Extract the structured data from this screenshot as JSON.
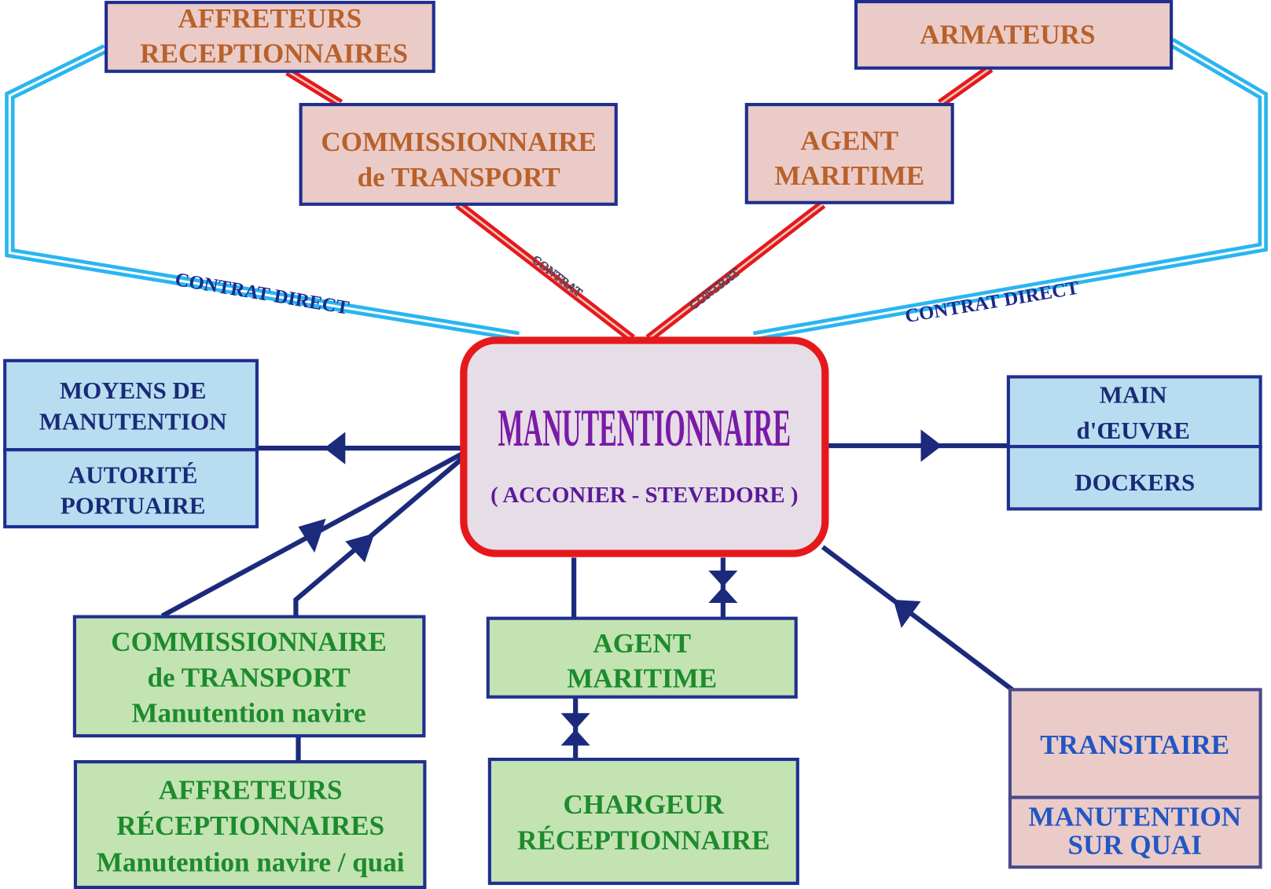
{
  "title": "Manutentionnaire relationships diagram",
  "colors": {
    "pink_box": "#ebcbc8",
    "blue_box": "#b9ddf0",
    "green_box": "#c3e3b3",
    "border": "#1f2f8f",
    "contract_line": "#e5191c",
    "direct_line": "#29b6f0",
    "center_text": "#7a1aa8"
  },
  "top": {
    "affreteurs": [
      "AFFRETEURS",
      "RECEPTIONNAIRES"
    ],
    "armateurs": [
      "ARMATEURS"
    ],
    "commissionnaire": [
      "COMMISSIONNAIRE",
      "de TRANSPORT"
    ],
    "agent": [
      "AGENT",
      "MARITIME"
    ]
  },
  "links": {
    "contrat": "CONTRAT",
    "contrat_direct": "CONTRAT DIRECT"
  },
  "center": {
    "title": "MANUTENTIONNAIRE",
    "subtitle": "( ACCONIER - STEVEDORE )"
  },
  "left": {
    "moyens": [
      "MOYENS DE",
      "MANUTENTION"
    ],
    "autorite": [
      "AUTORITÉ",
      "PORTUAIRE"
    ]
  },
  "right": {
    "main": [
      "MAIN",
      "d'ŒUVRE"
    ],
    "dockers": "DOCKERS"
  },
  "bottom": {
    "commissionnaire": [
      "COMMISSIONNAIRE",
      "de TRANSPORT",
      "Manutention navire"
    ],
    "affreteurs": [
      "AFFRETEURS",
      "RÉCEPTIONNAIRES",
      "Manutention navire / quai"
    ],
    "agent": [
      "AGENT",
      "MARITIME"
    ],
    "chargeur": [
      "CHARGEUR",
      "RÉCEPTIONNAIRE"
    ],
    "transitaire": "TRANSITAIRE",
    "manutention_quai": [
      "MANUTENTION",
      "SUR QUAI"
    ]
  }
}
